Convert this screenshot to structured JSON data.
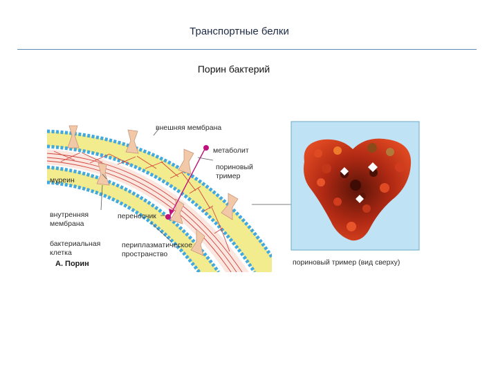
{
  "slide": {
    "title": "Транспортные белки",
    "subtitle": "Порин бактерий"
  },
  "figure": {
    "labels": {
      "outer_membrane": "внешняя мембрана",
      "metabolite": "метаболит",
      "porin_trimer_line1": "пориновый",
      "porin_trimer_line2": "тример",
      "murein": "муреин",
      "inner_membrane_line1": "внутренняя",
      "inner_membrane_line2": "мембрана",
      "carrier": "переносчик",
      "bacterial_cell_line1": "бактериальная",
      "bacterial_cell_line2": "клетка",
      "periplasmic_line1": "периплазматическое",
      "periplasmic_line2": "пространство",
      "panel_caption": "А. Порин",
      "trimer_caption": "пориновый тример (вид сверху)"
    },
    "colors": {
      "lipid_blue": "#41a9e0",
      "membrane_yellow": "#f3ec8e",
      "murein_red": "#d2423a",
      "panel_blue": "#bfe3f4",
      "metabolite_magenta": "#c0107a",
      "protein_dark": "#5a1408",
      "protein_red": "#d23c1e",
      "protein_orange": "#ee7a2c"
    }
  }
}
